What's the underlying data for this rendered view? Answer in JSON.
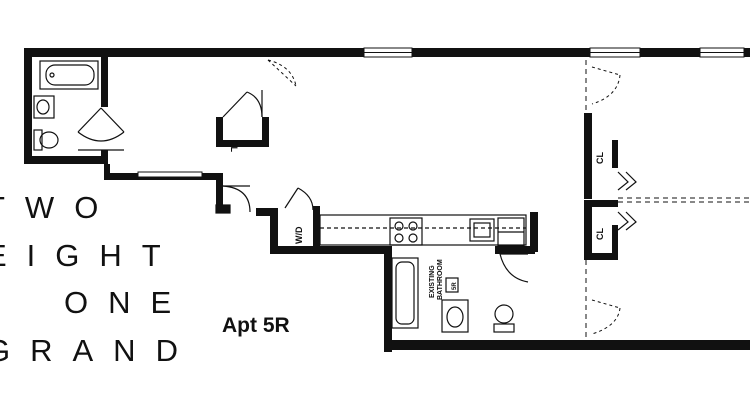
{
  "wordmark": {
    "line1": "TWO",
    "line2": "EIGHT",
    "line3": "ONE",
    "line4": "GRAND"
  },
  "unit": {
    "label": "Apt 5R"
  },
  "room_labels": {
    "closet": "CL",
    "washer_dryer": "W/D",
    "existing_bathroom_line1": "EXISTING",
    "existing_bathroom_line2": "BATHROOM",
    "existing_bathroom_line3": "5R"
  }
}
